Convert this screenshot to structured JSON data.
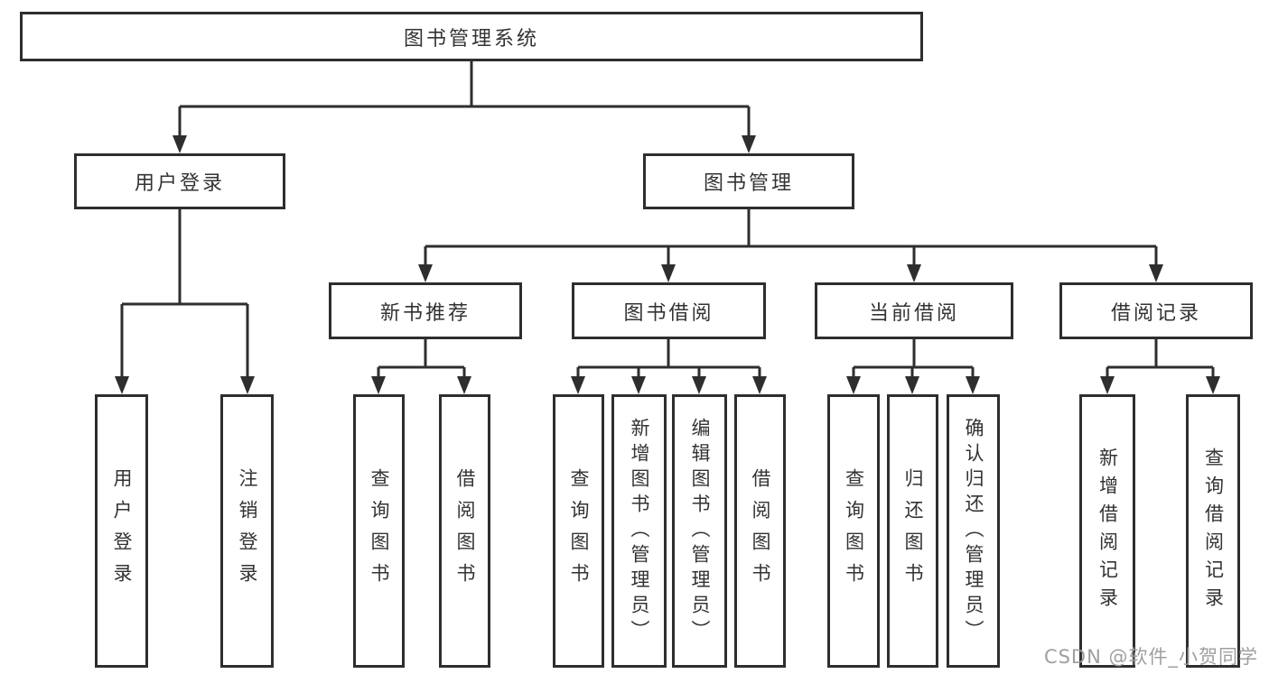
{
  "tree": {
    "root": "图书管理系统",
    "branches": [
      {
        "label": "用户登录",
        "children": [
          "用户登录",
          "注销登录"
        ]
      },
      {
        "label": "图书管理",
        "children": [
          {
            "label": "新书推荐",
            "children": [
              "查询图书",
              "借阅图书"
            ]
          },
          {
            "label": "图书借阅",
            "children": [
              "查询图书",
              "新增图书（管理员）",
              "编辑图书（管理员）",
              "借阅图书"
            ]
          },
          {
            "label": "当前借阅",
            "children": [
              "查询图书",
              "归还图书",
              "确认归还（管理员）"
            ]
          },
          {
            "label": "借阅记录",
            "children": [
              "新增借阅记录",
              "查询借阅记录"
            ]
          }
        ]
      }
    ]
  },
  "watermark": "CSDN @软件_小贺同学",
  "colors": {
    "line": "#2e2e2e",
    "box_border": "#2e2e2e",
    "text": "#333333",
    "watermark": "#9a9a9a",
    "background": "#ffffff"
  }
}
